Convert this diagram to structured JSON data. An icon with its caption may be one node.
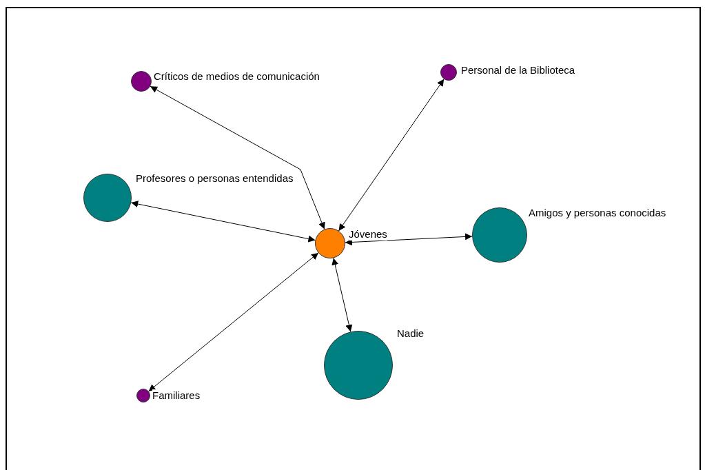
{
  "diagram": {
    "nodes": [
      {
        "text": [
          "Críticos de medios de comunicación"
        ]
      },
      {
        "text": [
          "Personal de la Biblioteca"
        ]
      },
      {
        "text": [
          "Profesores o personas entendidas"
        ]
      },
      {
        "text": [
          "Jóvenes"
        ]
      },
      {
        "text": [
          "Amigos y personas conocidas"
        ]
      },
      {
        "text": [
          "Nadie"
        ]
      },
      {
        "text": [
          "Familiares"
        ]
      }
    ],
    "edges": [
      {
        "from": 3,
        "to": 0,
        "arrow": "both"
      },
      {
        "from": 3,
        "to": 1,
        "arrow": "both"
      },
      {
        "from": 3,
        "to": 2,
        "arrow": "both"
      },
      {
        "from": 3,
        "to": 4,
        "arrow": "both"
      },
      {
        "from": 3,
        "to": 5,
        "arrow": "both"
      },
      {
        "from": 3,
        "to": 6,
        "arrow": "both"
      }
    ]
  }
}
